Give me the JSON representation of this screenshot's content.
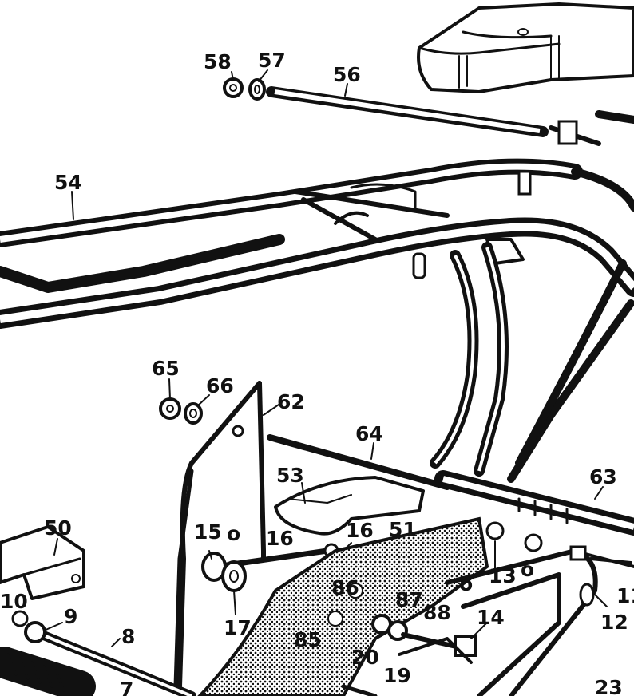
{
  "part_labels": {
    "p58": "58",
    "p57": "57",
    "p56": "56",
    "p54": "54",
    "p65": "65",
    "p66": "66",
    "p62": "62",
    "p64": "64",
    "p53": "53",
    "p63": "63",
    "p50": "50",
    "p15": "15",
    "p16a": "16",
    "p16b": "16",
    "p51": "51",
    "p17": "17",
    "p13": "13",
    "p11": "11",
    "p10": "10",
    "p9": "9",
    "p8": "8",
    "p86": "86",
    "p87": "87",
    "p88": "88",
    "p14": "14",
    "p12": "12",
    "p85": "85",
    "p20": "20",
    "p19": "19",
    "p23": "23",
    "p7": "7",
    "oa": "o",
    "ob": "o",
    "oc": "o"
  }
}
